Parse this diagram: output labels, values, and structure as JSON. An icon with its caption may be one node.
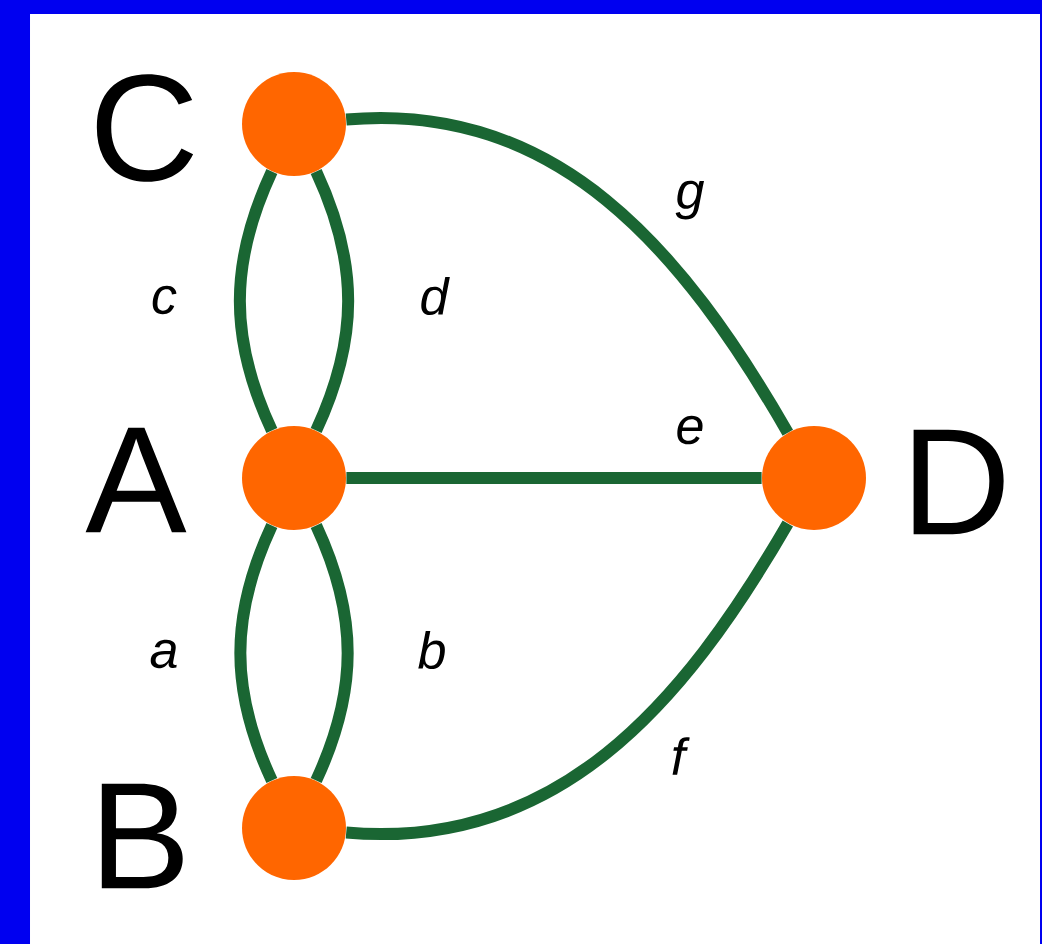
{
  "diagram": {
    "nodes": [
      {
        "text": [],
        "shape": "circle",
        "beside": [
          "C"
        ]
      },
      {
        "text": [],
        "shape": "circle",
        "beside": [
          "A"
        ]
      },
      {
        "text": [],
        "shape": "circle",
        "beside": [
          "D"
        ]
      },
      {
        "text": [],
        "shape": "circle",
        "beside": [
          "B"
        ]
      }
    ],
    "edges": [
      {
        "from": 0,
        "to": 1,
        "arrow": "none",
        "label": "c"
      },
      {
        "from": 0,
        "to": 1,
        "arrow": "none",
        "label": "d"
      },
      {
        "from": 0,
        "to": 2,
        "arrow": "none",
        "label": "g"
      },
      {
        "from": 1,
        "to": 2,
        "arrow": "none",
        "label": "e"
      },
      {
        "from": 1,
        "to": 3,
        "arrow": "none",
        "label": "a"
      },
      {
        "from": 1,
        "to": 3,
        "arrow": "none",
        "label": "b"
      },
      {
        "from": 3,
        "to": 2,
        "arrow": "none",
        "label": "f"
      }
    ]
  }
}
